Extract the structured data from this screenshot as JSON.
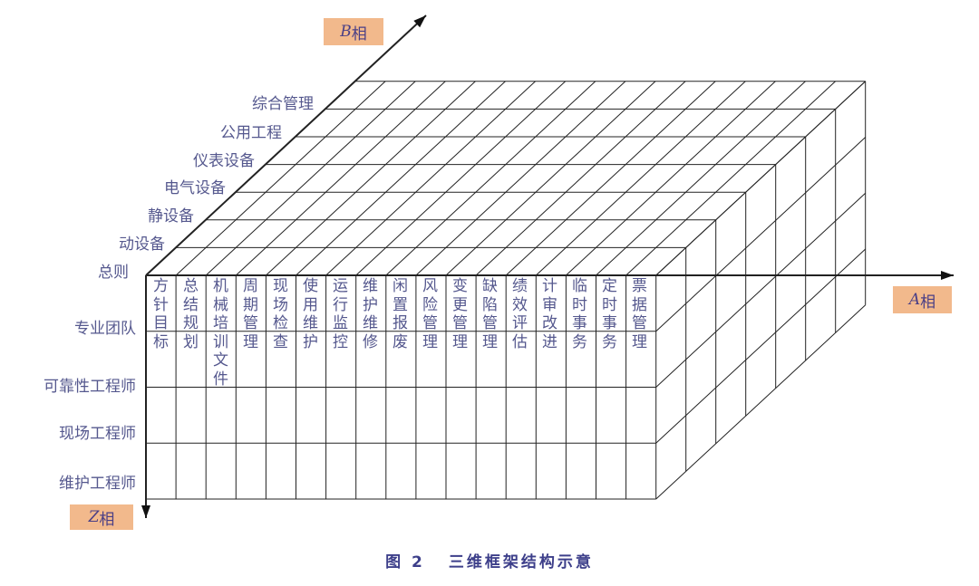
{
  "figure": {
    "caption_number": "图 2",
    "caption_title": "三维框架结构示意"
  },
  "axes": {
    "a": {
      "letter": "A",
      "suffix": "相"
    },
    "b": {
      "letter": "B",
      "suffix": "相"
    },
    "z": {
      "letter": "Z",
      "suffix": "相"
    }
  },
  "b_axis_labels": [
    "总则",
    "动设备",
    "静设备",
    "电气设备",
    "仪表设备",
    "公用工程",
    "综合管理"
  ],
  "z_axis_labels": [
    "专业团队",
    "可靠性工程师",
    "现场工程师",
    "维护工程师"
  ],
  "a_axis_labels": [
    "方针目标",
    "总结规划",
    "机械培训文件",
    "周期管理",
    "现场检查",
    "使用维护",
    "运行监控",
    "维护维修",
    "闲置报废",
    "风险管理",
    "变更管理",
    "缺陷管理",
    "绩效评估",
    "计审改进",
    "临时事务",
    "定时事务",
    "票据管理"
  ],
  "colors": {
    "label_box": "#F2B98C",
    "label_text": "#55588e",
    "caption_text": "#3d3f8a",
    "grid_line": "#222222"
  }
}
